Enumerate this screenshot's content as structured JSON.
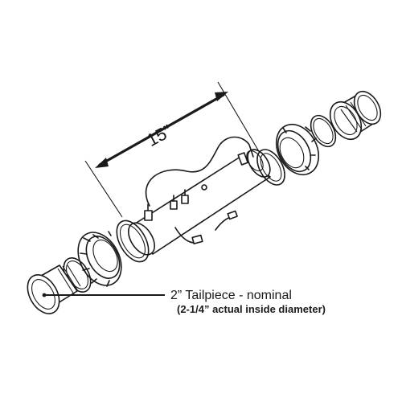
{
  "dimension": {
    "length_label": "15”"
  },
  "callout": {
    "title": "2” Tailpiece - nominal",
    "subtitle": "(2-1/4” actual inside diameter)"
  },
  "colors": {
    "ink": "#1a1a1a",
    "background": "#ffffff"
  }
}
